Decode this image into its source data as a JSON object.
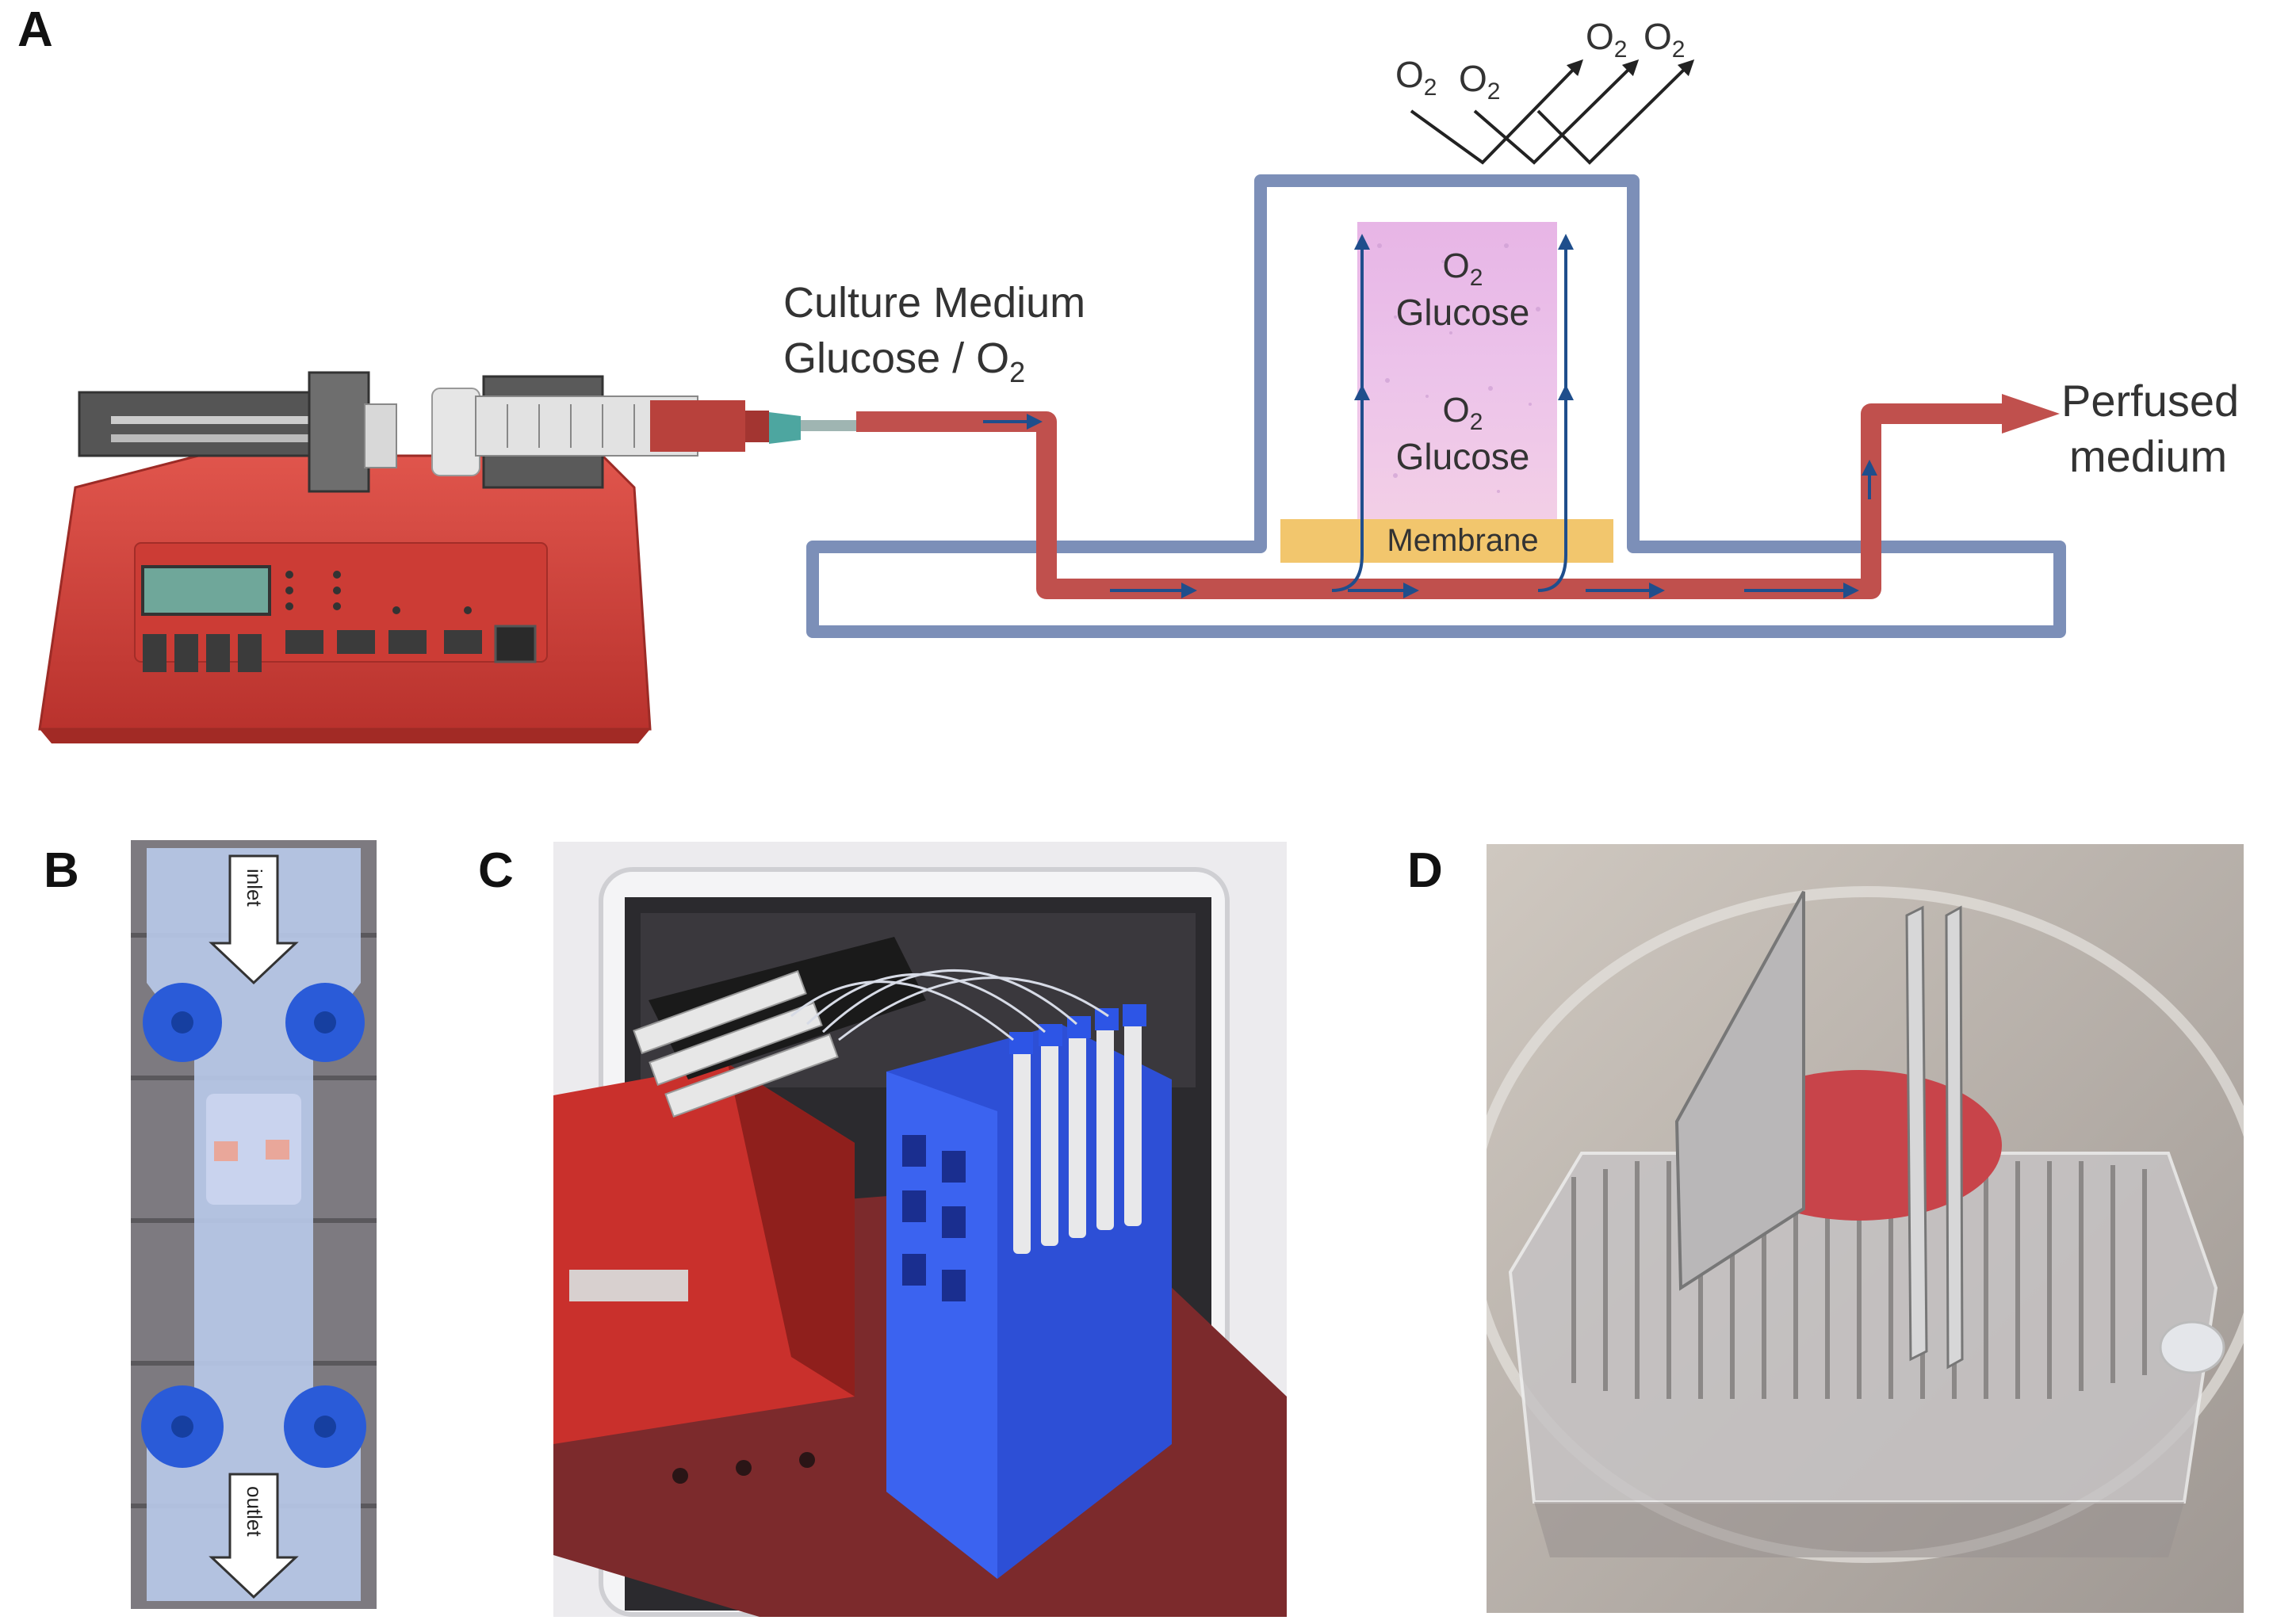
{
  "panels": {
    "a": "A",
    "b": "B",
    "c": "C",
    "d": "D"
  },
  "schematic": {
    "medium_line1": "Culture Medium",
    "medium_line2_prefix": "Glucose / O",
    "medium_line2_sub": "2",
    "o2_base": "O",
    "o2_sub": "2",
    "glucose": "Glucose",
    "membrane": "Membrane",
    "perfused_line1": "Perfused",
    "perfused_line2": "medium"
  },
  "photo_b": {
    "inlet": "inlet",
    "outlet": "outlet"
  },
  "colors": {
    "chip_outline": "#7c8fb8",
    "flow_red": "#c0504d",
    "arrow_blue": "#1f4e8c",
    "membrane": "#f2c66d",
    "tissue": "#e9b6e3",
    "pump_red": "#d9413b"
  }
}
